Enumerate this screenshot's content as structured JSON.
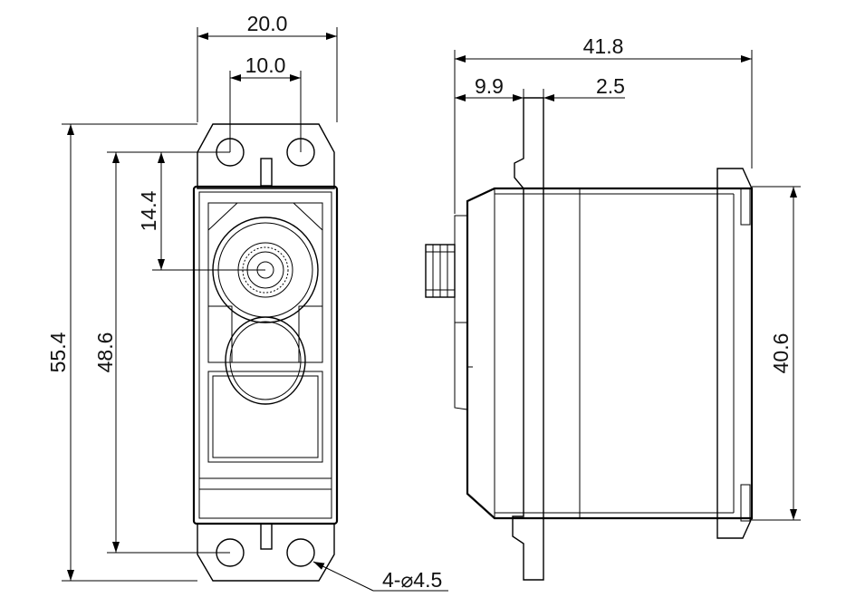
{
  "front_view": {
    "overall_width": "20.0",
    "hole_spacing": "10.0",
    "shaft_offset": "14.4",
    "overall_height": "55.4",
    "hole_pitch_height": "48.6",
    "mounting_holes": "4-⌀4.5"
  },
  "side_view": {
    "overall_length": "41.8",
    "flange_offset": "9.9",
    "flange_thickness": "2.5",
    "body_height": "40.6"
  }
}
